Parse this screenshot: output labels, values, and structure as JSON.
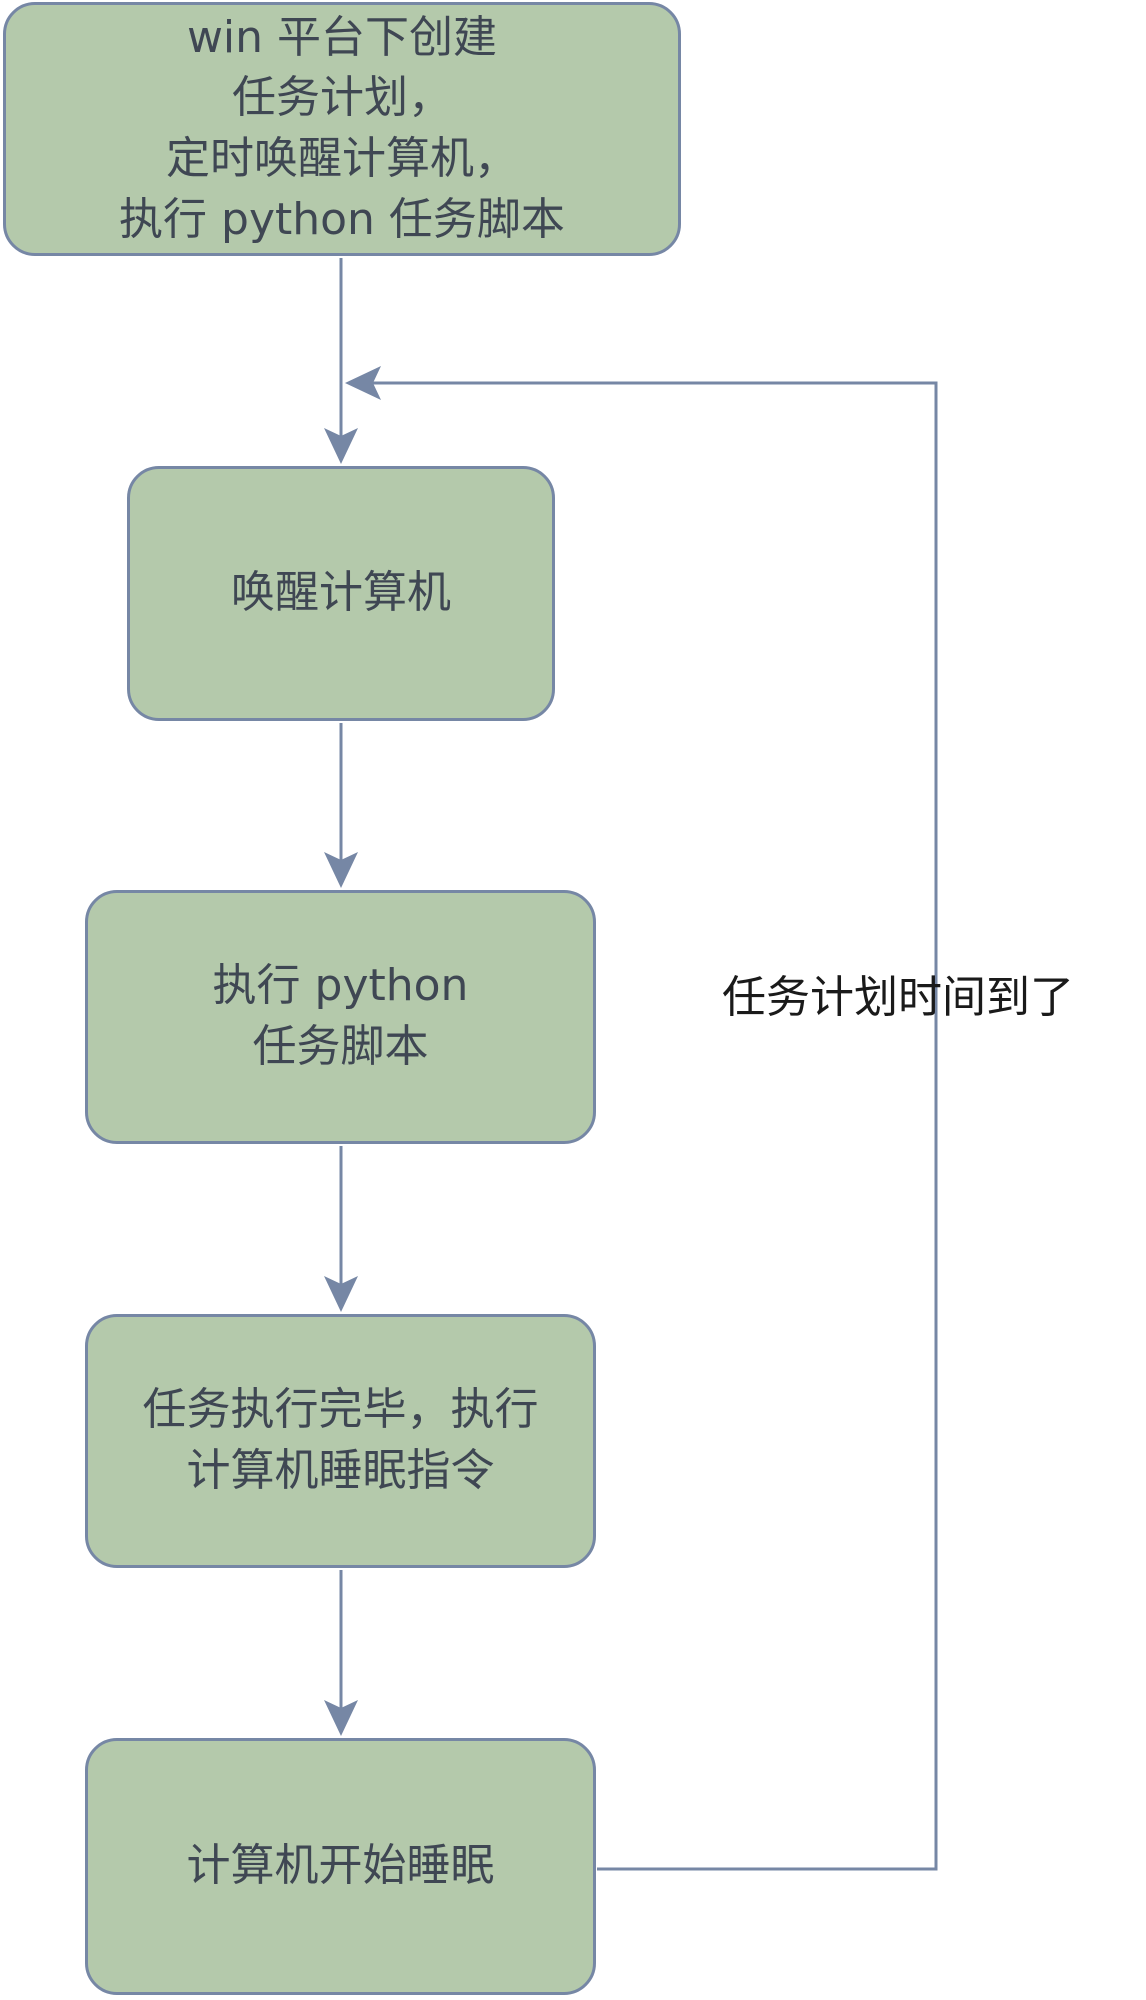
{
  "nodes": [
    {
      "id": "start",
      "text": "win 平台下创建\n任务计划，\n定时唤醒计算机，\n执行 python 任务脚本"
    },
    {
      "id": "wake",
      "text": "唤醒计算机"
    },
    {
      "id": "run-script",
      "text": "执行 python\n任务脚本"
    },
    {
      "id": "sleep-command",
      "text": "任务执行完毕，执行\n计算机睡眠指令"
    },
    {
      "id": "sleep",
      "text": "计算机开始睡眠"
    }
  ],
  "loop_label": "任务计划时间到了",
  "colors": {
    "node_fill": "#b4c9ab",
    "node_border": "#7687a5",
    "arrow": "#7687a5",
    "node_text": "#3f4753",
    "label_text": "#1a1a1a"
  }
}
